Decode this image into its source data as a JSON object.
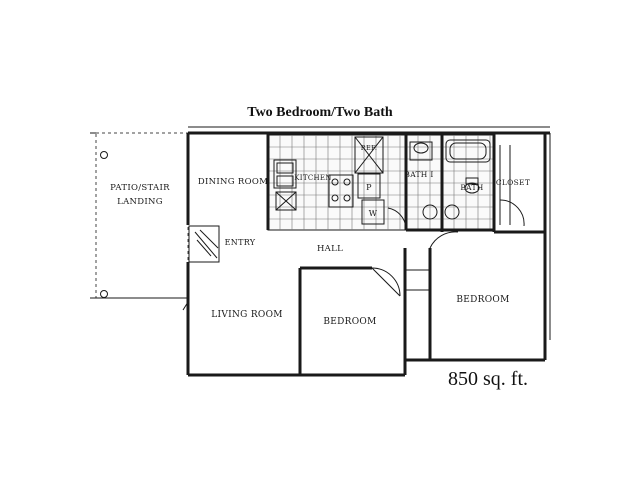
{
  "plan": {
    "title": "Two Bedroom/Two Bath",
    "area": "850 sq. ft.",
    "labels": {
      "patio_line1": "PATIO/STAIR",
      "patio_line2": "LANDING",
      "dining_room": "DINING ROOM",
      "kitchen": "KITCHEN",
      "ref": "REF.",
      "bath1": "BATH I",
      "bath": "BATH",
      "closet": "CLOSET",
      "pantry": "P",
      "washer": "W",
      "entry": "ENTRY",
      "hall": "HALL",
      "living_room": "LIVING ROOM",
      "bedroom1": "BEDROOM",
      "bedroom2": "BEDROOM"
    }
  }
}
